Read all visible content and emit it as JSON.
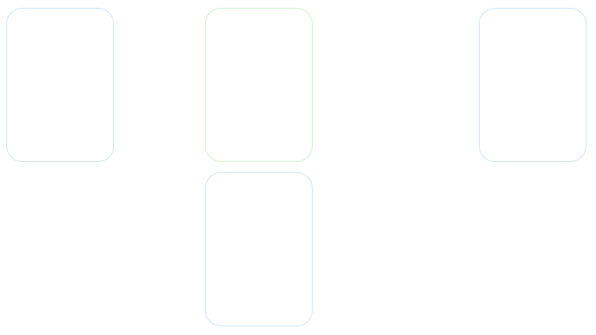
{
  "cards": [
    {
      "label": "",
      "state": "default",
      "border_color": "#cfe3f7"
    },
    {
      "label": "",
      "state": "selected",
      "border_color": "#cdf3cf"
    },
    {
      "label": "",
      "state": "default",
      "border_color": "#cfe3f7"
    },
    {
      "label": "",
      "state": "default",
      "border_color": "#cfe3f7"
    }
  ]
}
